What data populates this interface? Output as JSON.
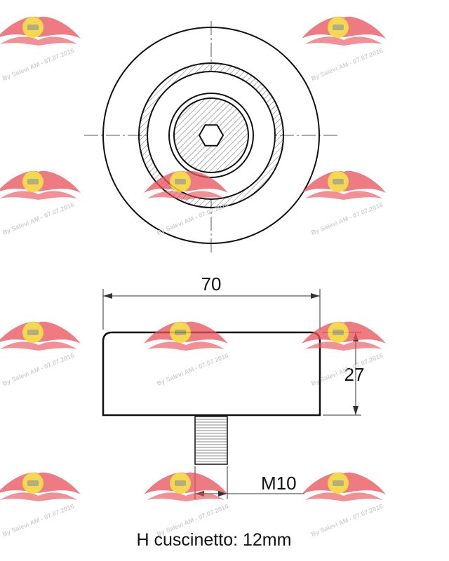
{
  "dimensions": {
    "width_label": "70",
    "height_label": "27",
    "thread_label": "M10"
  },
  "note": "H cuscinetto: 12mm",
  "watermark": {
    "text": "By Salevi AM - 07.07.2016",
    "logo_name": "winged-logo-icon",
    "colors": {
      "wing": "#e8505b",
      "emblem": "#f2d230"
    }
  }
}
